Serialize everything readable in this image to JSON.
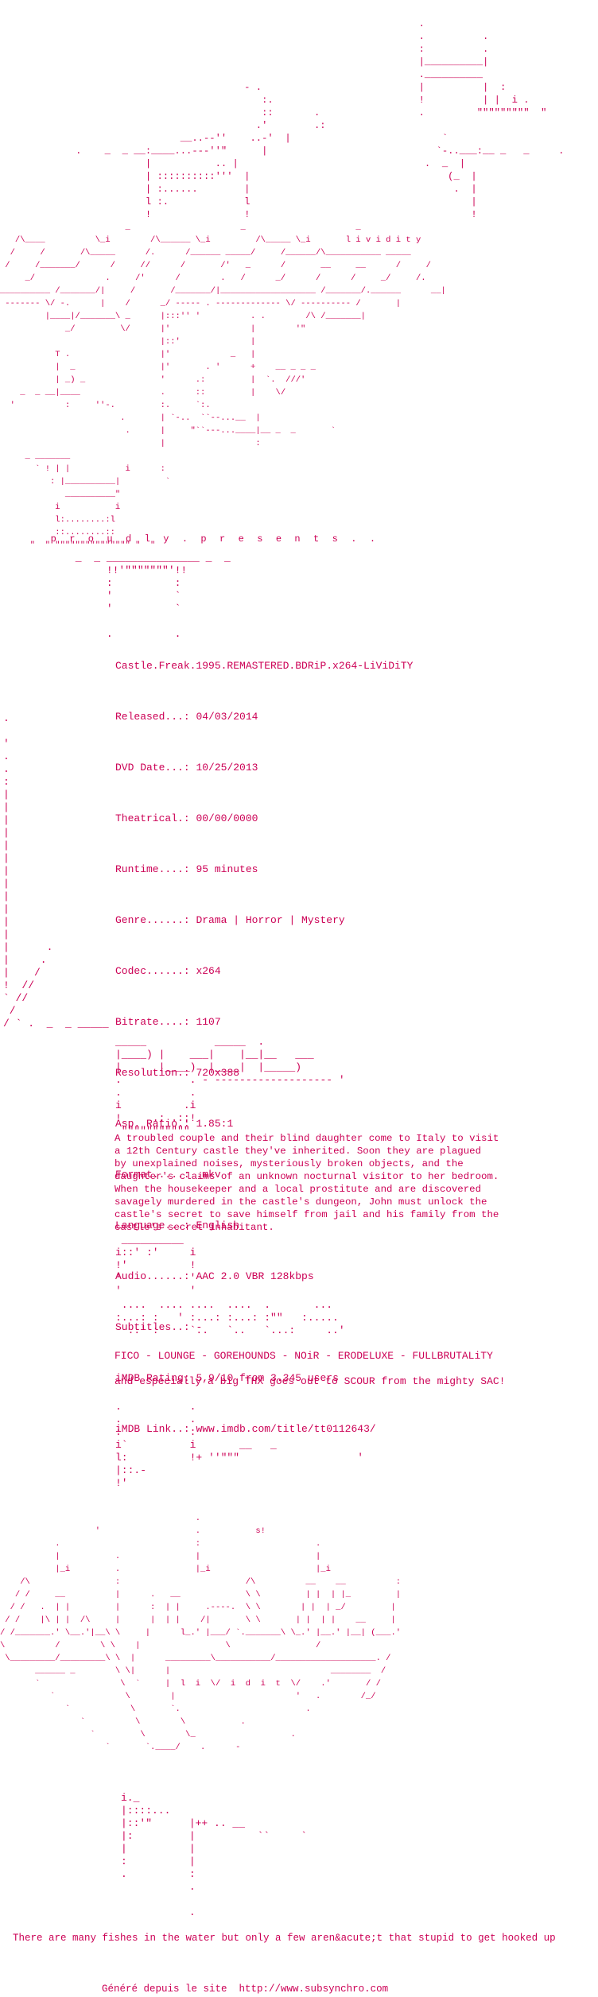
{
  "art": {
    "top_building": "                                                                        .\n                                                                        .          .\n                                                                        :          .\n                                                                        |__________|\n                                                                        .__________\n                                          - .                           |          |  :\n                                             :.                         !          | |  i .\n                                             ::       .                 .         \"\"\"\"\"\"\"\"\"  \"\n                                            .'        .:\n                               __..--''    ..-'  |                          `\n             .    _  _ __:____...---''\"      |                             `-..___:__ _   _     .\n                         |           .. |                                .  _  |\n                         | ::::::::::'''  |                                  (_  |\n                         | :......        |                                   .  |\n                         l :.             l                                      |\n                         !                !                                      !",
    "logo_main": "                         _                      _                      _\n   /\\____          \\_i        /\\______ \\_i         /\\_____ \\_i       l i v i d i t y\n  /     /       /\\_____      /.      /______ _____/     /______/\\___________ _____\n /     /_______/      /     //      /       /'   _      /       __     __      /     /\n     _/              .     /'      /        .   /      _/      /      /     _/     /.\n__________ /_______/|     /       /_______/|___________________ /_______/.______      __|\n ------- \\/ -.      |    /      _/ ----- . ------------- \\/ ---------- /       |\n         |____|/_______\\ _      |:::'' '          . .        /\\ /_______|\n             _/         \\/      |'                |        '\"\n                                |::'              |\n           T .                  |'            _   |\n           |  _                 |'       . '      +    __ _ _ _\n           | _) _               '      .:         |  `.  ///'\n    _  _ __|____                .      ::         |    \\/\n  '          :     ''-.         :.     `:.\n                        .       | `-..  ``--...__  |\n                         .      |     \"``---...____|__ _  _       `\n                                |                  :\n     _ _______\n       ` ! | |           i      :\n          : |__________|         `\n             __________\"\n           i           i\n           l:........:l\n           ::........::\n      \"  \" \"\"\"\"\"\"\"\"\"\"\"\"\"\"\" \"  \"",
    "proudly": "  p r o u d l y . p r e s e n t s . .",
    "box_top": "      _  _ _______________ _  _\n           !!'\"\"\"\"\"\"\"'!!\n           :          :\n           '          `\n           '          `\n\n           .          .",
    "left_border": ".\n\n'\n.\n.\n:\n|\n|\n|\n|\n|\n|\n|\n|\n|\n|\n|\n|\n|      .\n|     .\n|    /\n!  //\n` //\n /\n/ ` .  _  _ _____",
    "box_mid": "_____           _____  .\n|____) |    ___|    |__|__   ___\n|      |____)  |____|  |_____)\n.           . - ------------------- '\n.           .\ni          .i\n!     .: .::!\n \"\"\"\"\"\"\"\"\"\"\"",
    "box_plot_top": " __________\ni::' :'     i\n!'          !\n'           '\n'           '",
    "greet_art": " ....  .... ....  ....  .       ...\n:...: :   ' :...: :...: :\"\"   :.....\n  ..' :     `..   `..   `...:     ..'",
    "box_after": ".           .\n.           .\n:           :\ni`          i       __   _\nl:          !+ ''\"\"\"                   '\n|::.-\n!'",
    "logo_bottom": "                                       .\n                   '                   .           s!\n           .                           :                       .\n           |           .               |                       |\n           |_i         .               |_i                     |_i\n    /\\                 :                         /\\          __    __          :\n   / /     __          |      .   __             \\ \\         | |  | |_         |\n  / /   .  | |         |      :  | |     .----.  \\ \\        | |  | _/         |\n / /    |\\ | |  /\\     |      |  | |    /|       \\ \\       | |  | |    __     |\n/ /_______.' \\__.'|__\\ \\     |      l_.' |___/ `._______\\ \\_.' |__.' |__| (___.'\n\\          /        \\ \\    |                 \\                 /\n \\_________/_________\\ \\  |      _________\\___________/____________________. /\n       ______ _        \\ \\|      |                                ________  /\n       `                \\  `     |  l  i  \\/  i  d  i  t  \\/    .'       / /\n          `              \\        |                        '   .        /_/\n             `            \\       `.                         .\n                `          \\        \\           .\n                  `         \\        \\_                   .\n                     `       `.____/    .      -",
    "bottom_art": "i._\n|::::...\n|::'\"      |++ .. __\n|:         |          ``     `\n|          |\n:          |\n.          :\n           .\n\n           ."
  },
  "release": {
    "name": "Castle.Freak.1995.REMASTERED.BDRiP.x264-LiViDiTY",
    "fields": [
      {
        "label": "Released...:",
        "value": "04/03/2014"
      },
      {
        "label": "DVD Date...:",
        "value": "10/25/2013"
      },
      {
        "label": "Theatrical.:",
        "value": "00/00/0000"
      },
      {
        "label": "Runtime....:",
        "value": "95 minutes"
      },
      {
        "label": "Genre......:",
        "value": "Drama | Horror | Mystery"
      },
      {
        "label": "Codec......:",
        "value": "x264"
      },
      {
        "label": "Bitrate....:",
        "value": "1107"
      },
      {
        "label": "Resolution.:",
        "value": "720x388"
      },
      {
        "label": "Asp. Ratio.:",
        "value": "1.85:1"
      },
      {
        "label": "Format.....:",
        "value": ".mkv"
      },
      {
        "label": "Language...:",
        "value": "English"
      },
      {
        "label": "Audio......:",
        "value": "AAC 2.0 VBR 128kbps"
      },
      {
        "label": "Subtitles..:",
        "value": "-"
      },
      {
        "label": "iMDB Rating:",
        "value": "5,9/10 from 3.345 users"
      },
      {
        "label": "iMDB Link..:",
        "value": "www.imdb.com/title/tt0112643/"
      }
    ]
  },
  "plot": "A troubled couple and their blind daughter come to Italy to visit\na 12th Century castle they've inherited. Soon they are plagued\nby unexplained noises, mysteriously broken objects, and the\ndaughter's claims of an unknown nocturnal visitor to her bedroom.\nWhen the housekeeper and a local prostitute and are discovered\nsavagely murdered in the castle's dungeon, John must unlock the\ncastle's secret to save himself from jail and his family from the\ncastle's secret inhabitant.",
  "greets": {
    "groups": "FICO - LOUNGE - GOREHOUNDS - NOiR - ERODELUXE - FULLBRUTALiTY",
    "thanks": "and especially a big THX goes out to SCOUR from the mighty SAC!"
  },
  "tagline": "There are many fishes in the water but only a few aren&acute;t that stupid to get hooked up",
  "footer": {
    "prefix": "Généré depuis le site",
    "url": "http://www.subsynchro.com"
  },
  "colors": {
    "text": "#cc0055",
    "background": "#ffffff"
  }
}
